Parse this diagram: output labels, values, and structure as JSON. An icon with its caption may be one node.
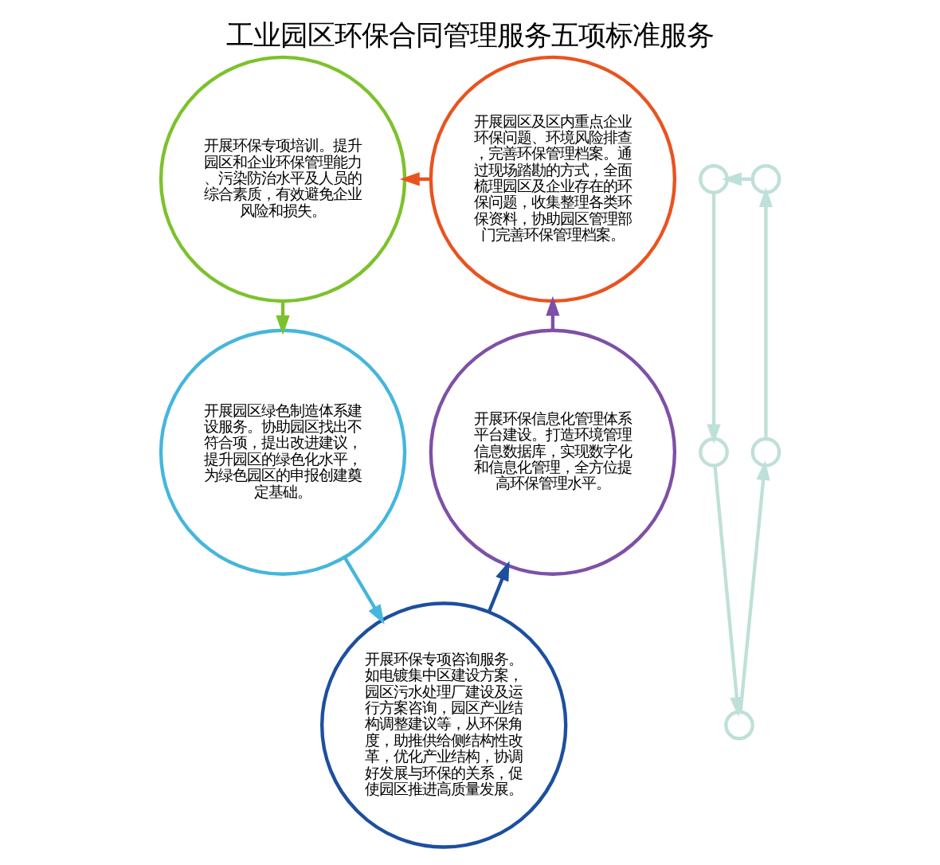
{
  "diagram": {
    "title": "工业园区环保合同管理服务五项标准服务",
    "nodes": [
      {
        "text": [
          "开展环保专项培训。提升园区和企业环保管理能力、污染防治水平及人员的综合素质，有效避免企业风险和损失。"
        ]
      },
      {
        "text": [
          "开展园区及区内重点企业环保问题、环境风险排查，完善环保管理档案。通过现场踏勘的方式，全面梳理园区及企业存在的环保问题，收集整理各类环保资料，协助园区管理部门完善环保管理档案。"
        ]
      },
      {
        "text": [
          "开展园区绿色制造体系建设服务。协助园区找出不符合项，提出改进建议，提升园区的绿色化水平，为绿色园区的申报创建奠定基础。"
        ]
      },
      {
        "text": [
          "开展环保信息化管理体系平台建设。打造环境管理信息数据库，实现数字化和信息化管理，全方位提高环保管理水平。"
        ]
      },
      {
        "text": [
          "开展环保专项咨询服务。如电镀集中区建设方案，园区污水处理厂建设及运行方案咨询，园区产业结构调整建议等，从环保角度，助推供给侧结构性改革，优化产业结构，协调好发展与环保的关系，促使园区推进高质量发展。"
        ]
      },
      {
        "text": [],
        "shape": "circle"
      },
      {
        "text": [],
        "shape": "circle"
      },
      {
        "text": [],
        "shape": "circle"
      },
      {
        "text": [],
        "shape": "circle"
      },
      {
        "text": [],
        "shape": "circle"
      }
    ],
    "edges": [
      {
        "from": 0,
        "to": 2,
        "arrow": "to",
        "color": "#7cc22c"
      },
      {
        "from": 2,
        "to": 4,
        "arrow": "to",
        "color": "#45b6dc"
      },
      {
        "from": 4,
        "to": 3,
        "arrow": "to",
        "color": "#1d4f9f"
      },
      {
        "from": 3,
        "to": 1,
        "arrow": "to",
        "color": "#7e50a6"
      },
      {
        "from": 1,
        "to": 0,
        "arrow": "to",
        "color": "#e9531f"
      },
      {
        "from": 5,
        "to": 7,
        "arrow": "to",
        "color": "#bfe0d8"
      },
      {
        "from": 7,
        "to": 9,
        "arrow": "to",
        "color": "#bfe0d8"
      },
      {
        "from": 9,
        "to": 8,
        "arrow": "to",
        "color": "#bfe0d8"
      },
      {
        "from": 8,
        "to": 6,
        "arrow": "to",
        "color": "#bfe0d8"
      },
      {
        "from": 6,
        "to": 5,
        "arrow": "to",
        "color": "#bfe0d8"
      }
    ]
  }
}
